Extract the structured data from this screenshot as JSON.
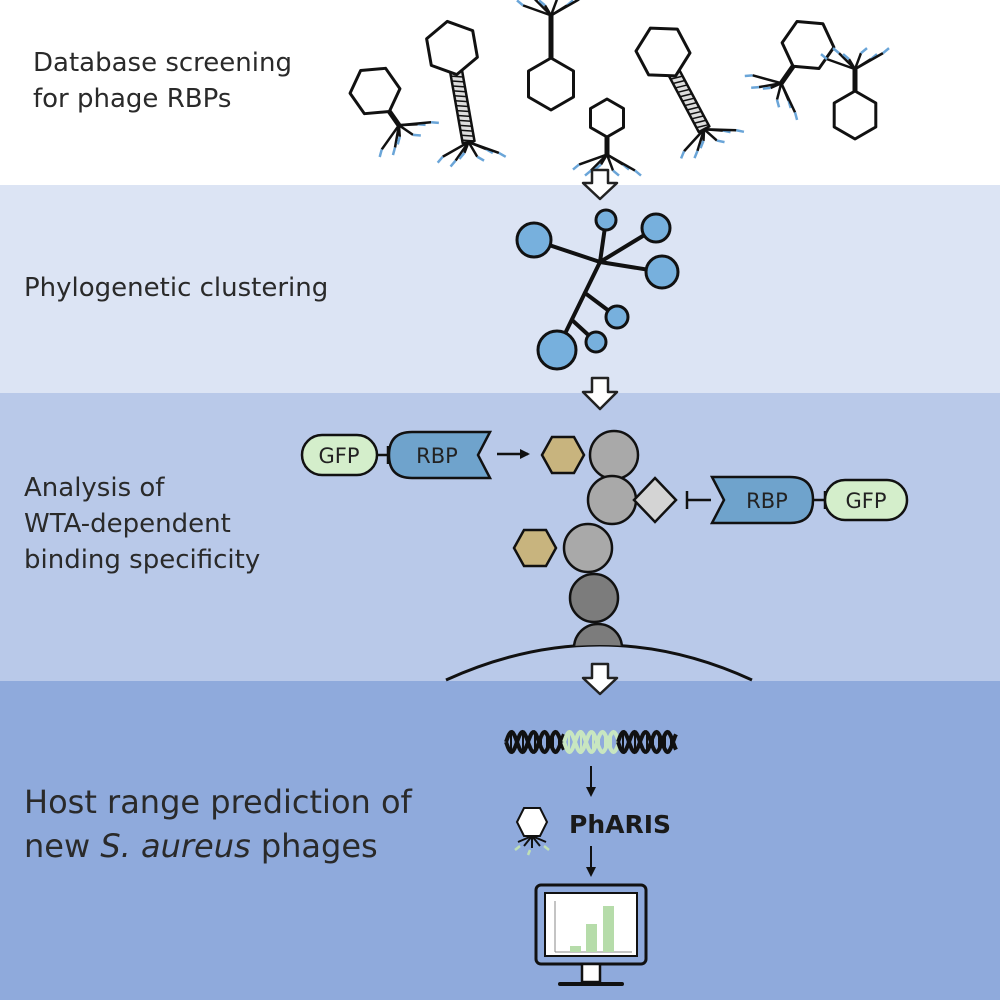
{
  "sections": [
    {
      "lines": [
        "Database screening",
        "for phage RBPs"
      ],
      "color": "#ffffff"
    },
    {
      "lines": [
        "Phylogenetic clustering"
      ],
      "color": "#dce4f4"
    },
    {
      "lines": [
        "Analysis of",
        "WTA-dependent",
        "binding specificity"
      ],
      "color": "#b9c9e9"
    },
    {
      "line1": "Host range prediction of",
      "line2_pre": "new ",
      "line2_italic": "S. aureus",
      "line2_post": " phages",
      "color": "#8faadc"
    }
  ],
  "constructs": {
    "left": {
      "gfp": "GFP",
      "rbp": "RBP"
    },
    "right": {
      "rbp": "RBP",
      "gfp": "GFP"
    }
  },
  "tool": {
    "name": "PhARIS"
  },
  "colors": {
    "tree_node": "#77b0dd",
    "gfp_fill": "#d4eecb",
    "rbp_fill": "#6fa3cc",
    "hexagon_fill": "#c8b47e",
    "diamond_fill": "#d4d4d4",
    "bead_fill": "#a9a9a9",
    "bead_dark": "#7c7c7c",
    "tail_fiber": "#6aa5d8",
    "dna_middle": "#c8e6c0",
    "bar_fill": "#b6dcaa"
  }
}
